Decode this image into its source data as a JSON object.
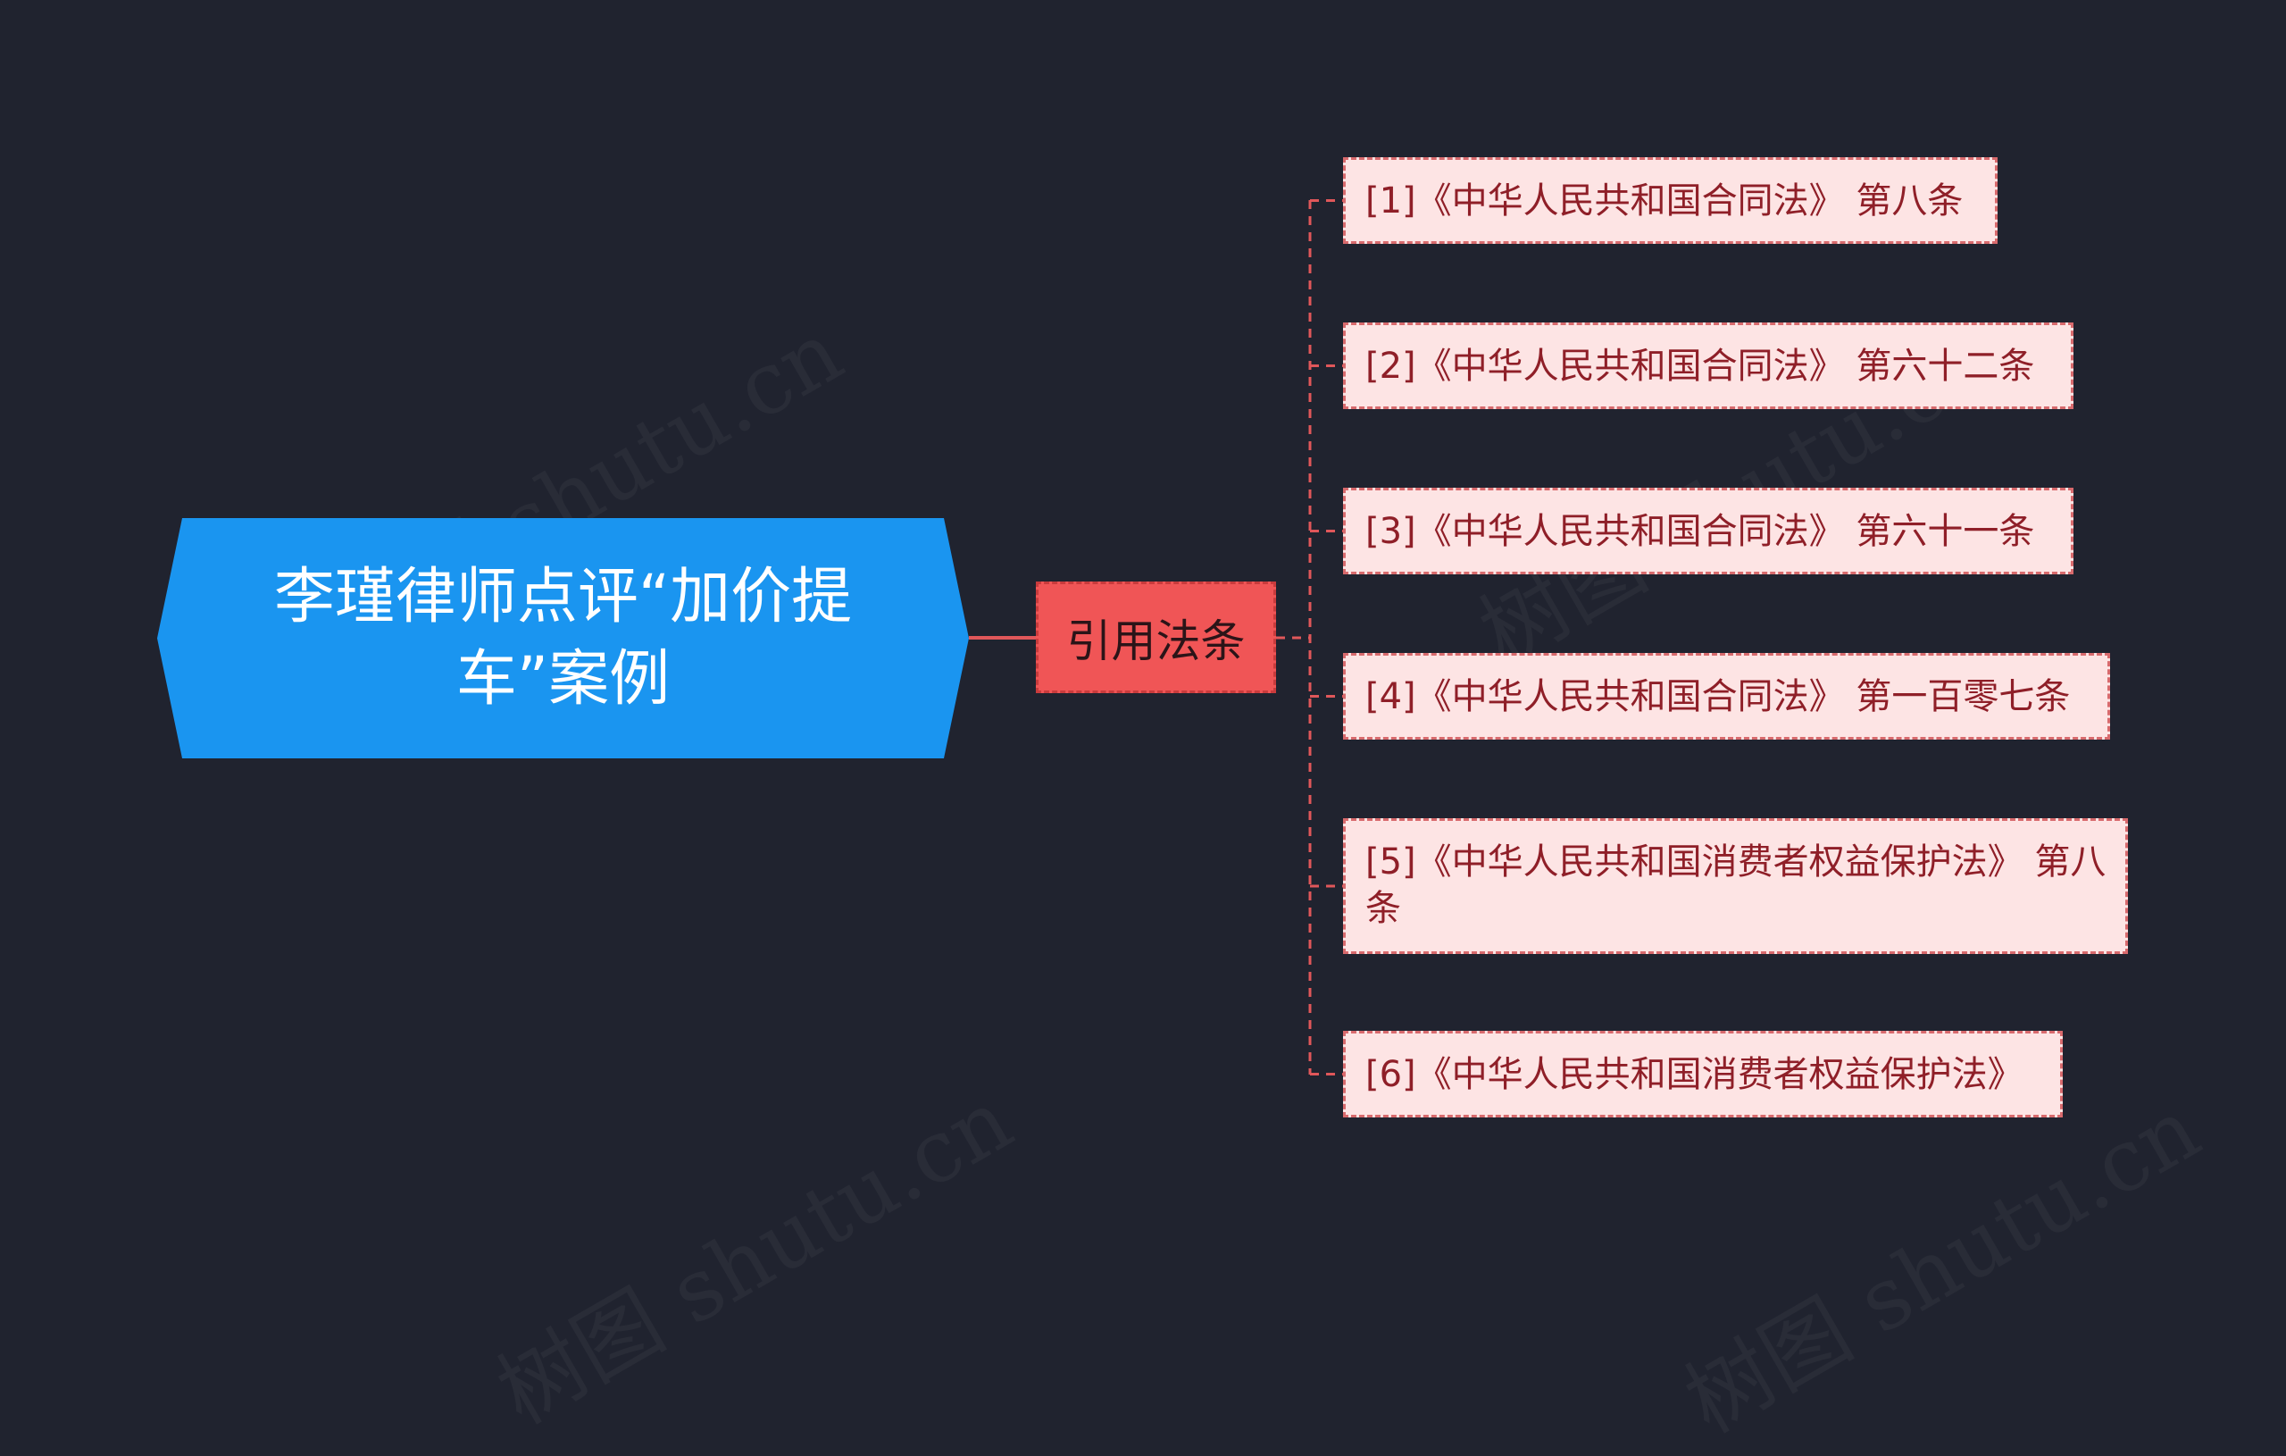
{
  "root": {
    "label": "李瑾律师点评“加价提车”案例"
  },
  "branch": {
    "label": "引用法条"
  },
  "leaves": [
    {
      "label": "[1]《中华人民共和国合同法》 第八条"
    },
    {
      "label": "[2]《中华人民共和国合同法》 第六十二条"
    },
    {
      "label": "[3]《中华人民共和国合同法》 第六十一条"
    },
    {
      "label": "[4]《中华人民共和国合同法》 第一百零七条"
    },
    {
      "label": "[5]《中华人民共和国消费者权益保护法》 第八条"
    },
    {
      "label": "[6]《中华人民共和国消费者权益保护法》"
    }
  ],
  "watermark": {
    "text": "树图 shutu.cn"
  },
  "colors": {
    "background": "#20232f",
    "root_fill": "#1a95f0",
    "branch_fill": "#f05556",
    "leaf_fill": "#fde4e4",
    "leaf_text": "#8f1f28",
    "connector": "#e0575a"
  }
}
